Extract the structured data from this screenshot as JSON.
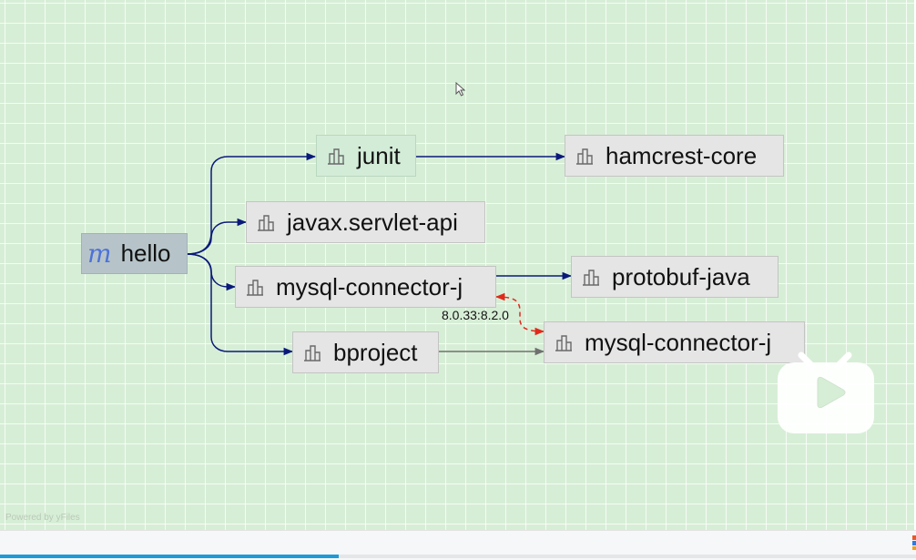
{
  "diagram": {
    "root": {
      "label": "hello",
      "icon": "maven-m-icon",
      "glyph": "m"
    },
    "nodes": [
      {
        "id": "junit",
        "label": "junit",
        "icon": "module-icon"
      },
      {
        "id": "hamcrest-core",
        "label": "hamcrest-core",
        "icon": "module-icon"
      },
      {
        "id": "javax-servlet-api",
        "label": "javax.servlet-api",
        "icon": "module-icon"
      },
      {
        "id": "mysql-connector-j",
        "label": "mysql-connector-j",
        "icon": "module-icon"
      },
      {
        "id": "protobuf-java",
        "label": "protobuf-java",
        "icon": "module-icon"
      },
      {
        "id": "bproject",
        "label": "bproject",
        "icon": "module-icon"
      },
      {
        "id": "mysql-connector-j-2",
        "label": "mysql-connector-j",
        "icon": "module-icon"
      }
    ],
    "conflict_label": "8.0.33:8.2.0",
    "watermark": "Powered by yFiles",
    "colors": {
      "edge": "#0a1a7a",
      "edge_gray": "#707070",
      "conflict": "#e02a1c",
      "canvas": "#d7eed6",
      "highlight_node": "#d3ecd8",
      "root_node": "#b6c4c9"
    }
  },
  "statusbar": {
    "progress": 0.37
  }
}
